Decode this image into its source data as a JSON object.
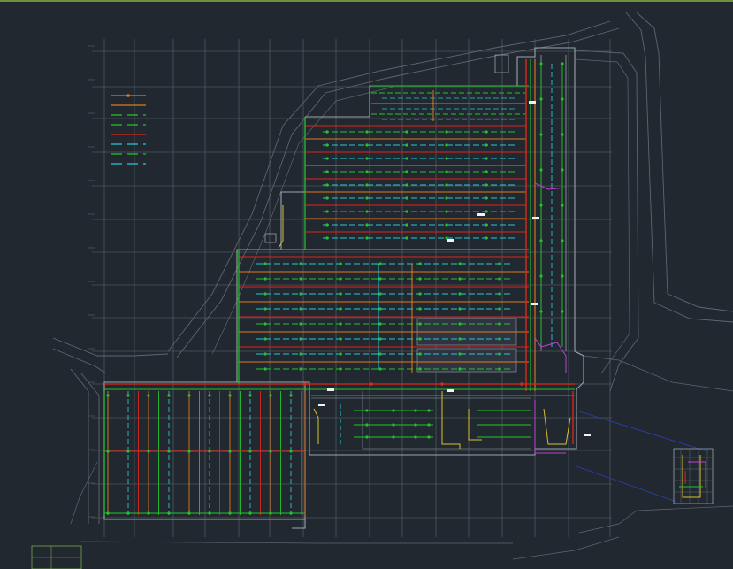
{
  "viewport": {
    "background": "#212830",
    "top_bar_color": "#6f8f3f"
  },
  "colors": {
    "grid": "#5d6670",
    "outline": "#9aa3ab",
    "pipe_orange": "#e07a22",
    "pipe_red": "#e0251b",
    "pipe_green": "#22c42a",
    "pipe_cyan": "#27c8d6",
    "pipe_yellow": "#d8c22a",
    "pipe_magenta": "#c040d0",
    "pipe_blue": "#2a3fb0",
    "label_white": "#f2f2f2"
  },
  "legend": {
    "rows": [
      {
        "color": "#e07a22",
        "style": "solid-dot"
      },
      {
        "color": "#e07a22",
        "style": "solid"
      },
      {
        "color": "#22c42a",
        "style": "dash"
      },
      {
        "color": "#22c42a",
        "style": "dash"
      },
      {
        "color": "#e0251b",
        "style": "solid"
      },
      {
        "color": "#27c8d6",
        "style": "dash"
      },
      {
        "color": "#22c42a",
        "style": "dash"
      },
      {
        "color": "#27c8d6",
        "style": "dash"
      }
    ]
  },
  "icons": {
    "viewport_corner": "ucs-title-block-icon"
  }
}
